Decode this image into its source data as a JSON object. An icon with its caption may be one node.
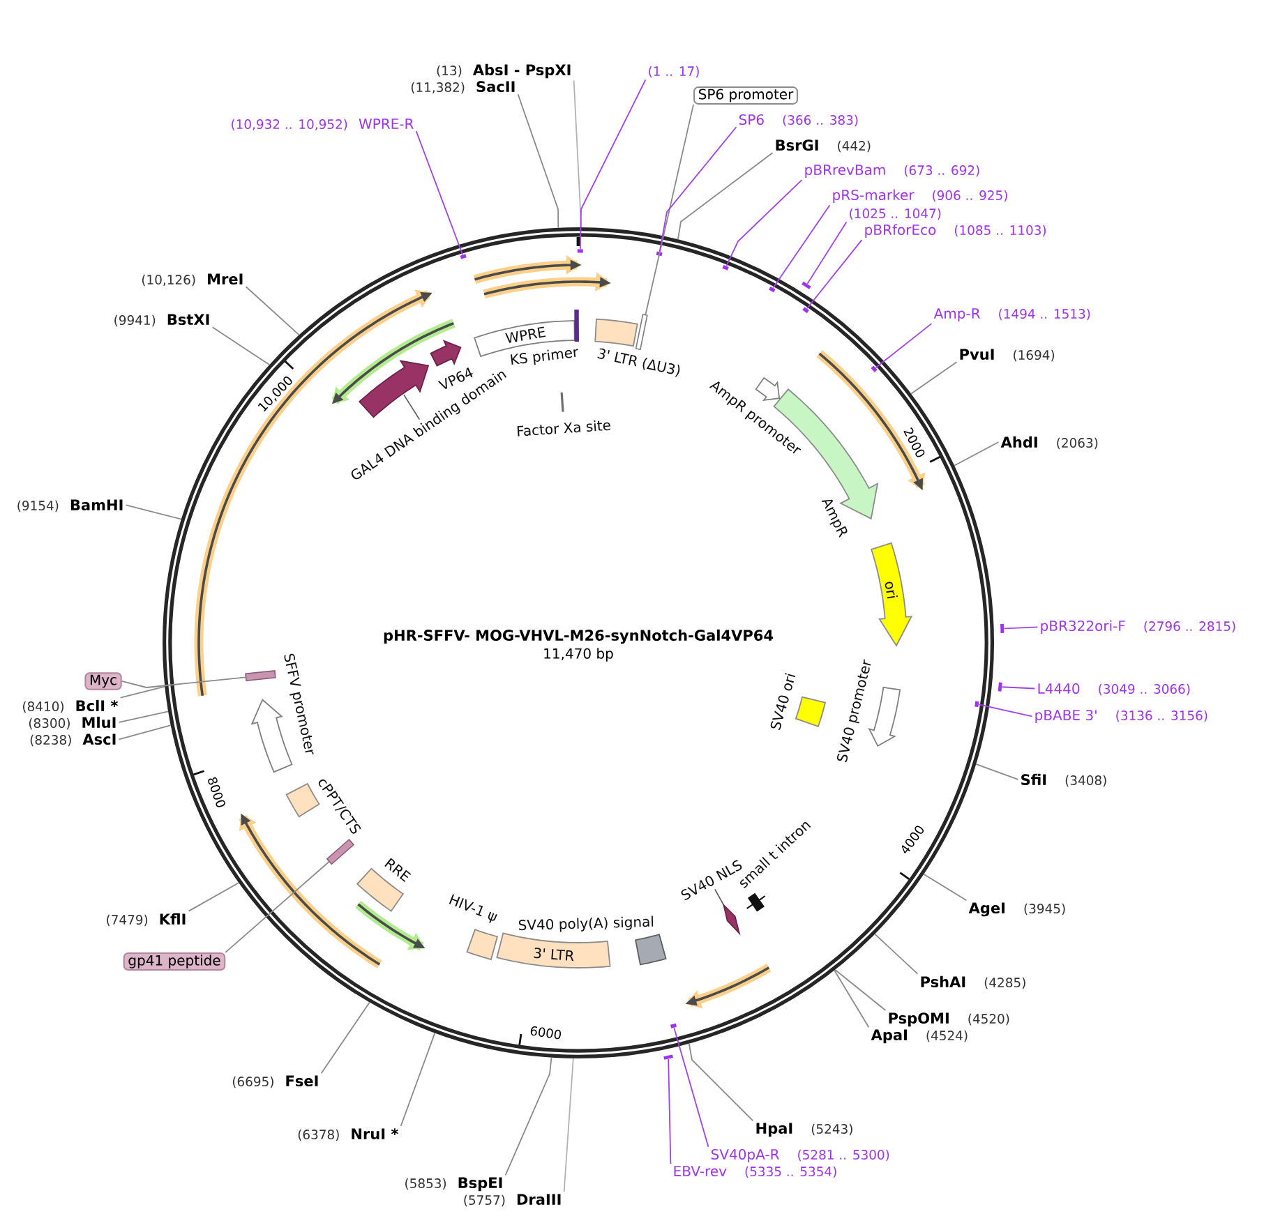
{
  "diagram": {
    "title": "pHR-SFFV- MOG-VHVL-M26-synNotch-Gal4VP64",
    "nodes": [
      {
        "text": [
          "AbsI - PspXI"
        ],
        "beside": [
          "(13)"
        ]
      },
      {
        "text": [
          "(1 .. 17)"
        ]
      },
      {
        "text": [
          "SP6 promoter"
        ]
      },
      {
        "text": [
          "SP6"
        ],
        "beside": [
          "(366 .. 383)"
        ]
      },
      {
        "text": [
          "BsrGI"
        ],
        "beside": [
          "(442)"
        ]
      },
      {
        "text": [
          "pBRrevBam"
        ],
        "beside": [
          "(673 .. 692)"
        ]
      },
      {
        "text": [
          "pRS-marker"
        ],
        "beside": [
          "(906 .. 925)"
        ]
      },
      {
        "text": [
          "(1025 .. 1047)"
        ]
      },
      {
        "text": [
          "pBRforEco"
        ],
        "beside": [
          "(1085 .. 1103)"
        ]
      },
      {
        "text": [
          "Amp-R"
        ],
        "beside": [
          "(1494 .. 1513)"
        ]
      },
      {
        "text": [
          "PvuI"
        ],
        "beside": [
          "(1694)"
        ]
      },
      {
        "text": [
          "AhdI"
        ],
        "beside": [
          "(2063)"
        ]
      },
      {
        "text": [
          "pBR322ori-F"
        ],
        "beside": [
          "(2796 .. 2815)"
        ]
      },
      {
        "text": [
          "L4440"
        ],
        "beside": [
          "(3049 .. 3066)"
        ]
      },
      {
        "text": [
          "pBABE 3'"
        ],
        "beside": [
          "(3136 .. 3156)"
        ]
      },
      {
        "text": [
          "SfiI"
        ],
        "beside": [
          "(3408)"
        ]
      },
      {
        "text": [
          "AgeI"
        ],
        "beside": [
          "(3945)"
        ]
      },
      {
        "text": [
          "PshAI"
        ],
        "beside": [
          "(4285)"
        ]
      },
      {
        "text": [
          "PspOMI"
        ],
        "beside": [
          "(4520)"
        ]
      },
      {
        "text": [
          "ApaI"
        ],
        "beside": [
          "(4524)"
        ]
      },
      {
        "text": [
          "HpaI"
        ],
        "beside": [
          "(5243)"
        ]
      },
      {
        "text": [
          "SV40pA-R"
        ],
        "beside": [
          "(5281 .. 5300)"
        ]
      },
      {
        "text": [
          "EBV-rev"
        ],
        "beside": [
          "(5335 .. 5354)"
        ]
      },
      {
        "text": [
          "DraIII"
        ],
        "beside": [
          "(5757)"
        ]
      },
      {
        "text": [
          "BspEI"
        ],
        "beside": [
          "(5853)"
        ]
      },
      {
        "text": [
          "NruI *"
        ],
        "beside": [
          "(6378)"
        ]
      },
      {
        "text": [
          "FseI"
        ],
        "beside": [
          "(6695)"
        ]
      },
      {
        "text": [
          "gp41 peptide"
        ]
      },
      {
        "text": [
          "KflI"
        ],
        "beside": [
          "(7479)"
        ]
      },
      {
        "text": [
          "AscI"
        ],
        "beside": [
          "(8238)"
        ]
      },
      {
        "text": [
          "MluI"
        ],
        "beside": [
          "(8300)"
        ]
      },
      {
        "text": [
          "BclI *"
        ],
        "beside": [
          "(8410)"
        ]
      },
      {
        "text": [
          "Myc"
        ]
      },
      {
        "text": [
          "BamHI"
        ],
        "beside": [
          "(9154)"
        ]
      },
      {
        "text": [
          "BstXI"
        ],
        "beside": [
          "(9941)"
        ]
      },
      {
        "text": [
          "MreI"
        ],
        "beside": [
          "(10,126)"
        ]
      },
      {
        "text": [
          "WPRE-R"
        ],
        "beside": [
          "(10,932 .. 10,952)"
        ]
      },
      {
        "text": [
          "SacII"
        ],
        "beside": [
          "(11,382)"
        ]
      },
      {
        "text": [
          "WPRE"
        ]
      },
      {
        "text": [
          "KS primer"
        ]
      },
      {
        "text": [
          "3' LTR (ΔU3)"
        ]
      },
      {
        "text": [
          "Factor Xa site"
        ]
      },
      {
        "text": [
          "AmpR promoter"
        ]
      },
      {
        "text": [
          "AmpR"
        ]
      },
      {
        "text": [
          "ori"
        ]
      },
      {
        "text": [
          "SV40 promoter"
        ]
      },
      {
        "text": [
          "SV40 ori"
        ]
      },
      {
        "text": [
          "small t intron"
        ]
      },
      {
        "text": [
          "SV40 NLS"
        ]
      },
      {
        "text": [
          "SV40 poly(A) signal"
        ]
      },
      {
        "text": [
          "3' LTR"
        ]
      },
      {
        "text": [
          "HIV-1 ψ"
        ]
      },
      {
        "text": [
          "RRE"
        ]
      },
      {
        "text": [
          "cPPT/CTS"
        ]
      },
      {
        "text": [
          "SFFV promoter"
        ]
      },
      {
        "text": [
          "GAL4 DNA binding domain"
        ]
      },
      {
        "text": [
          "VP64"
        ]
      },
      {
        "text": [],
        "shape": "bar"
      },
      {
        "text": [],
        "shape": "bar"
      },
      {
        "text": [],
        "shape": "bar"
      },
      {
        "text": [],
        "shape": "bar"
      },
      {
        "text": [],
        "shape": "bar"
      },
      {
        "text": [],
        "shape": "bar"
      },
      {
        "text": [],
        "shape": "bar"
      },
      {
        "text": [],
        "shape": "bar"
      },
      {
        "text": [],
        "shape": "bar"
      },
      {
        "text": [],
        "shape": "bar"
      },
      {
        "text": [],
        "shape": "bar"
      },
      {
        "text": [],
        "shape": "bar"
      },
      {
        "text": [],
        "shape": "bar"
      },
      {
        "text": [],
        "shape": "bar"
      },
      {
        "text": [],
        "shape": "bar"
      },
      {
        "text": [],
        "shape": "bar"
      }
    ],
    "edges": [
      {
        "from": 0,
        "to": null,
        "arrow": "none",
        "color": "#b3b3b3"
      },
      {
        "from": 1,
        "to": 57,
        "arrow": "none",
        "color": "#a040f0"
      },
      {
        "from": 2,
        "to": 70,
        "arrow": "none"
      },
      {
        "from": 3,
        "to": 58,
        "arrow": "none",
        "color": "#a040f0"
      },
      {
        "from": 4,
        "to": null,
        "arrow": "none"
      },
      {
        "from": 5,
        "to": 59,
        "arrow": "none",
        "color": "#a040f0"
      },
      {
        "from": 6,
        "to": 60,
        "arrow": "none",
        "color": "#a040f0"
      },
      {
        "from": 7,
        "to": 61,
        "arrow": "none",
        "color": "#a040f0"
      },
      {
        "from": 8,
        "to": 62,
        "arrow": "none",
        "color": "#a040f0"
      },
      {
        "from": 9,
        "to": 63,
        "arrow": "none",
        "color": "#a040f0"
      },
      {
        "from": 10,
        "to": null,
        "arrow": "none"
      },
      {
        "from": 11,
        "to": null,
        "arrow": "none"
      },
      {
        "from": 12,
        "to": 64,
        "arrow": "none",
        "color": "#a040f0"
      },
      {
        "from": 13,
        "to": 65,
        "arrow": "none",
        "color": "#a040f0"
      },
      {
        "from": 14,
        "to": 66,
        "arrow": "none",
        "color": "#a040f0"
      },
      {
        "from": 15,
        "to": null,
        "arrow": "none"
      },
      {
        "from": 16,
        "to": null,
        "arrow": "none"
      },
      {
        "from": 17,
        "to": null,
        "arrow": "none"
      },
      {
        "from": 18,
        "to": null,
        "arrow": "none"
      },
      {
        "from": 19,
        "to": null,
        "arrow": "none"
      },
      {
        "from": 20,
        "to": null,
        "arrow": "none"
      },
      {
        "from": 21,
        "to": 67,
        "arrow": "none",
        "color": "#a040f0"
      },
      {
        "from": 22,
        "to": 68,
        "arrow": "none",
        "color": "#a040f0"
      },
      {
        "from": 23,
        "to": null,
        "arrow": "none",
        "color": "#b3b3b3"
      },
      {
        "from": 24,
        "to": null,
        "arrow": "none"
      },
      {
        "from": 25,
        "to": null,
        "arrow": "none"
      },
      {
        "from": 26,
        "to": null,
        "arrow": "none"
      },
      {
        "from": 27,
        "to": 71,
        "arrow": "none"
      },
      {
        "from": 28,
        "to": null,
        "arrow": "none"
      },
      {
        "from": 29,
        "to": null,
        "arrow": "none"
      },
      {
        "from": 30,
        "to": null,
        "arrow": "none"
      },
      {
        "from": 31,
        "to": null,
        "arrow": "none"
      },
      {
        "from": 32,
        "to": 72,
        "arrow": "none"
      },
      {
        "from": 33,
        "to": null,
        "arrow": "none"
      },
      {
        "from": 34,
        "to": null,
        "arrow": "none"
      },
      {
        "from": 35,
        "to": null,
        "arrow": "none"
      },
      {
        "from": 36,
        "to": 69,
        "arrow": "none",
        "color": "#a040f0"
      },
      {
        "from": 37,
        "to": null,
        "arrow": "none"
      }
    ],
    "labels": [
      "10,000",
      "2000",
      "11,470 bp",
      "8000",
      "4000",
      "6000"
    ]
  }
}
